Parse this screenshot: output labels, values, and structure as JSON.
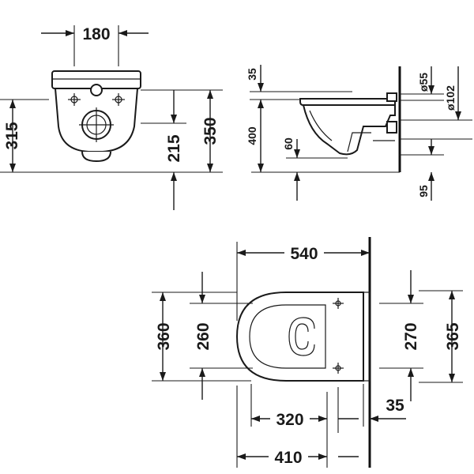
{
  "front_view": {
    "width_label": "180",
    "height_left_label": "315",
    "inlet_height_label": "215",
    "total_height_label": "350"
  },
  "side_view": {
    "top_offset_label": "35",
    "height_label": "400",
    "outlet_height_label": "60",
    "inlet_diameter_label": "ø55",
    "outlet_diameter_label": "ø102",
    "bottom_offset_label": "95"
  },
  "top_view": {
    "length_label": "540",
    "width_outer_label": "360",
    "width_inner_label": "260",
    "fixing_spacing_label": "270",
    "width_right_label": "365",
    "fixing_distance_label": "320",
    "wall_offset_label": "35",
    "outlet_distance_label": "410"
  }
}
